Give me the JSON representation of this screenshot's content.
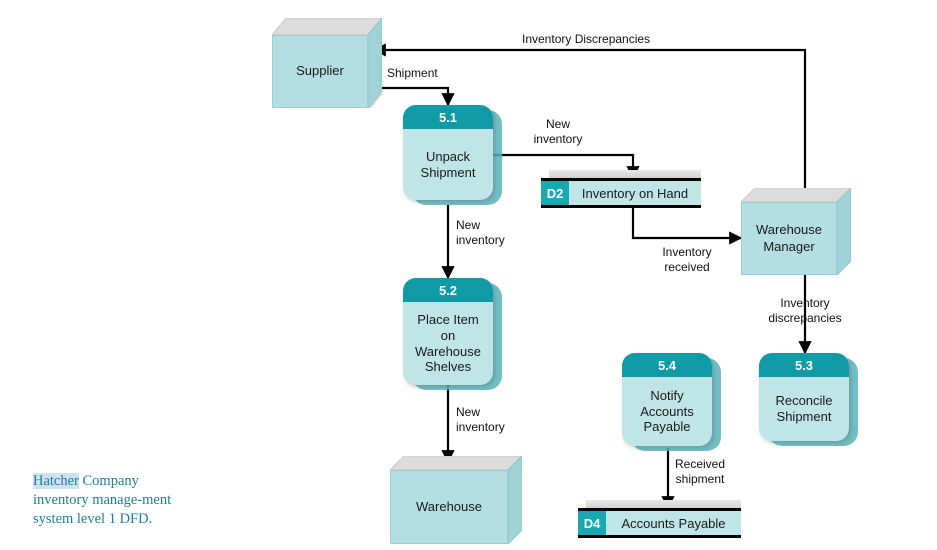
{
  "diagram": {
    "title": "Hatcher Company inventory management system level 1 DFD",
    "caption": {
      "highlight_word": "Hatcher",
      "rest": " Company inventory manage-ment system level 1 DFD."
    },
    "colors": {
      "process_header": "#0f9aa5",
      "process_body": "#bfe5e6",
      "entity_face": "#b3dfe2",
      "store_id": "#17a8b2",
      "store_body": "#bfe5e6",
      "caption_text": "#1d7f9c",
      "caption_highlight": "#cfe0ef",
      "edge": "#000000"
    }
  },
  "entities": [
    {
      "id": "supplier",
      "label": "Supplier"
    },
    {
      "id": "warehouse-manager",
      "label": "Warehouse\nManager"
    },
    {
      "id": "warehouse",
      "label": "Warehouse"
    }
  ],
  "processes": [
    {
      "id": "p51",
      "number": "5.1",
      "label": "Unpack\nShipment"
    },
    {
      "id": "p52",
      "number": "5.2",
      "label": "Place Item\non\nWarehouse\nShelves"
    },
    {
      "id": "p53",
      "number": "5.3",
      "label": "Reconcile\nShipment"
    },
    {
      "id": "p54",
      "number": "5.4",
      "label": "Notify\nAccounts\nPayable"
    }
  ],
  "data_stores": [
    {
      "id": "d2",
      "code": "D2",
      "name": "Inventory on Hand"
    },
    {
      "id": "d4",
      "code": "D4",
      "name": "Accounts Payable"
    }
  ],
  "flows": [
    {
      "id": "f-discrepancies",
      "label": "Inventory Discrepancies",
      "from": "warehouse-manager",
      "to": "supplier"
    },
    {
      "id": "f-shipment",
      "label": "Shipment",
      "from": "supplier",
      "to": "p51"
    },
    {
      "id": "f-new-inv-d2",
      "label": "New\ninventory",
      "from": "p51",
      "to": "d2"
    },
    {
      "id": "f-new-inv-52",
      "label": "New\ninventory",
      "from": "p51",
      "to": "p52"
    },
    {
      "id": "f-inv-received",
      "label": "Inventory\nreceived",
      "from": "d2",
      "to": "warehouse-manager"
    },
    {
      "id": "f-inv-discrep-53",
      "label": "Inventory\ndiscrepancies",
      "from": "warehouse-manager",
      "to": "p53"
    },
    {
      "id": "f-new-inv-wh",
      "label": "New\ninventory",
      "from": "p52",
      "to": "warehouse"
    },
    {
      "id": "f-received-shipment",
      "label": "Received\nshipment",
      "from": "p54",
      "to": "d4"
    }
  ]
}
